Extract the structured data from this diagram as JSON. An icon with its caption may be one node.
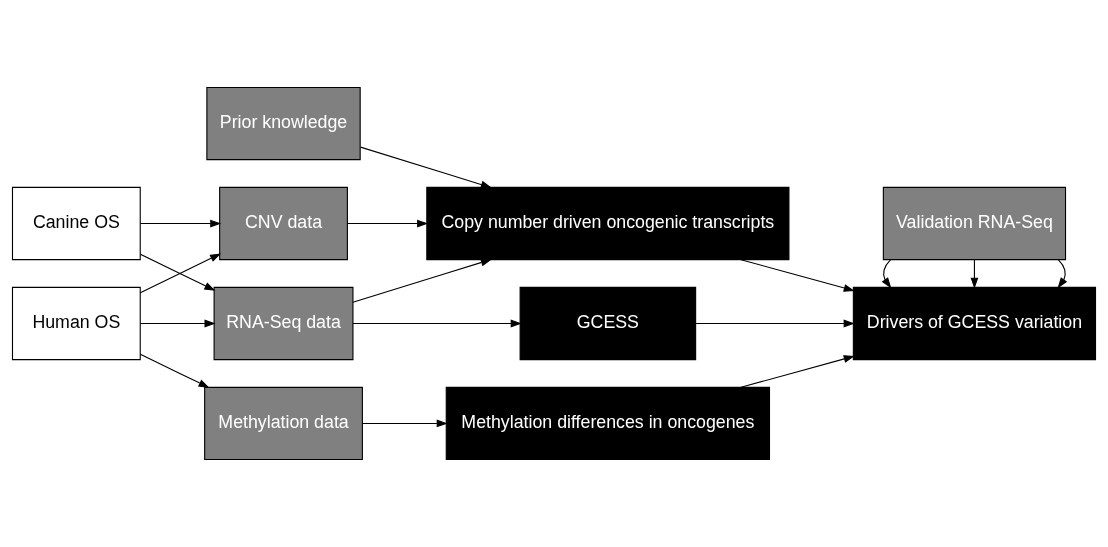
{
  "diagram": {
    "nodes": [
      {
        "text": [
          "Canine OS"
        ]
      },
      {
        "text": [
          "Human OS"
        ]
      },
      {
        "text": [
          "Prior knowledge"
        ]
      },
      {
        "text": [
          "CNV data"
        ]
      },
      {
        "text": [
          "RNA-Seq data"
        ]
      },
      {
        "text": [
          "Methylation data"
        ]
      },
      {
        "text": [
          "Copy number driven oncogenic transcripts"
        ]
      },
      {
        "text": [
          "GCESS"
        ]
      },
      {
        "text": [
          "Methylation differences in oncogenes"
        ]
      },
      {
        "text": [
          "Validation RNA-Seq"
        ]
      },
      {
        "text": [
          "Drivers of GCESS variation"
        ]
      }
    ],
    "edges": [
      {
        "from": 0,
        "to": 3,
        "arrow": "to"
      },
      {
        "from": 0,
        "to": 4,
        "arrow": "to"
      },
      {
        "from": 1,
        "to": 3,
        "arrow": "to"
      },
      {
        "from": 1,
        "to": 4,
        "arrow": "to"
      },
      {
        "from": 1,
        "to": 5,
        "arrow": "to"
      },
      {
        "from": 2,
        "to": 6,
        "arrow": "to"
      },
      {
        "from": 3,
        "to": 6,
        "arrow": "to"
      },
      {
        "from": 4,
        "to": 6,
        "arrow": "to"
      },
      {
        "from": 4,
        "to": 7,
        "arrow": "to"
      },
      {
        "from": 5,
        "to": 8,
        "arrow": "to"
      },
      {
        "from": 6,
        "to": 10,
        "arrow": "to"
      },
      {
        "from": 7,
        "to": 10,
        "arrow": "to"
      },
      {
        "from": 8,
        "to": 10,
        "arrow": "to"
      },
      {
        "from": 9,
        "to": 10,
        "arrow": "to"
      },
      {
        "from": 9,
        "to": 10,
        "arrow": "to"
      },
      {
        "from": 9,
        "to": 10,
        "arrow": "to"
      }
    ]
  }
}
